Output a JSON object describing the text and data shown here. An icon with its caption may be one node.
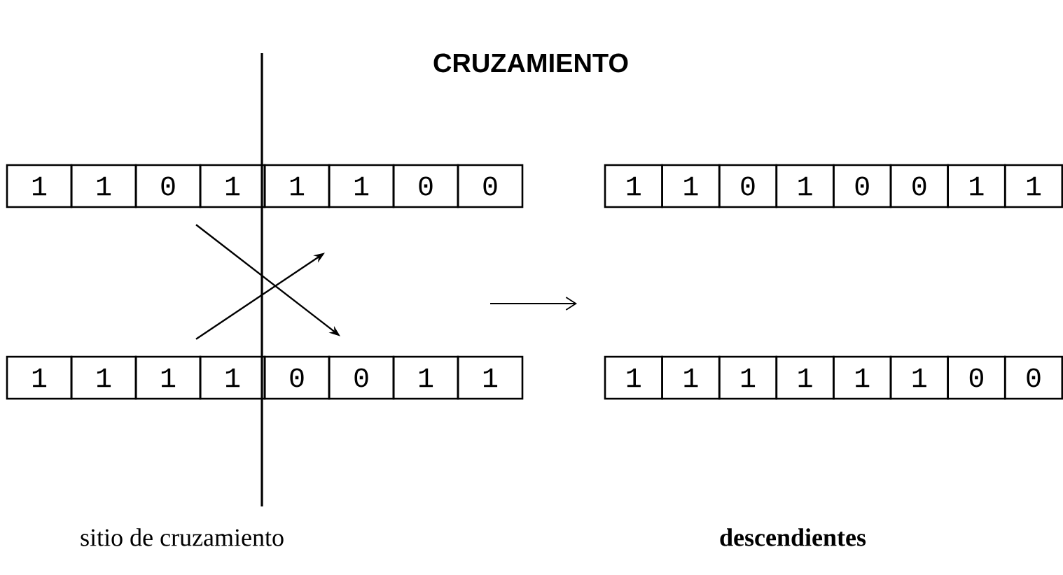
{
  "diagram": {
    "title": "CRUZAMIENTO",
    "nodes": [
      {
        "text": [
          "1"
        ]
      },
      {
        "text": [
          "1"
        ]
      },
      {
        "text": [
          "0"
        ]
      },
      {
        "text": [
          "1"
        ]
      },
      {
        "text": [
          "1"
        ]
      },
      {
        "text": [
          "1"
        ]
      },
      {
        "text": [
          "0"
        ]
      },
      {
        "text": [
          "0"
        ]
      },
      {
        "text": [
          "1"
        ]
      },
      {
        "text": [
          "1"
        ]
      },
      {
        "text": [
          "1"
        ]
      },
      {
        "text": [
          "1"
        ]
      },
      {
        "text": [
          "0"
        ]
      },
      {
        "text": [
          "0"
        ]
      },
      {
        "text": [
          "1"
        ]
      },
      {
        "text": [
          "1"
        ]
      },
      {
        "text": [
          "1"
        ]
      },
      {
        "text": [
          "1"
        ]
      },
      {
        "text": [
          "0"
        ]
      },
      {
        "text": [
          "1"
        ]
      },
      {
        "text": [
          "0"
        ]
      },
      {
        "text": [
          "0"
        ]
      },
      {
        "text": [
          "1"
        ]
      },
      {
        "text": [
          "1"
        ]
      },
      {
        "text": [
          "1"
        ]
      },
      {
        "text": [
          "1"
        ]
      },
      {
        "text": [
          "1"
        ]
      },
      {
        "text": [
          "1"
        ]
      },
      {
        "text": [
          "1"
        ]
      },
      {
        "text": [
          "1"
        ]
      },
      {
        "text": [
          "0"
        ]
      },
      {
        "text": [
          "0"
        ]
      }
    ],
    "edges": [
      {
        "from": 3,
        "to": 12,
        "arrow": "to"
      },
      {
        "from": 11,
        "to": 4,
        "arrow": "to"
      }
    ],
    "labels": [
      "sitio de cruzamiento",
      "descendientes"
    ]
  }
}
